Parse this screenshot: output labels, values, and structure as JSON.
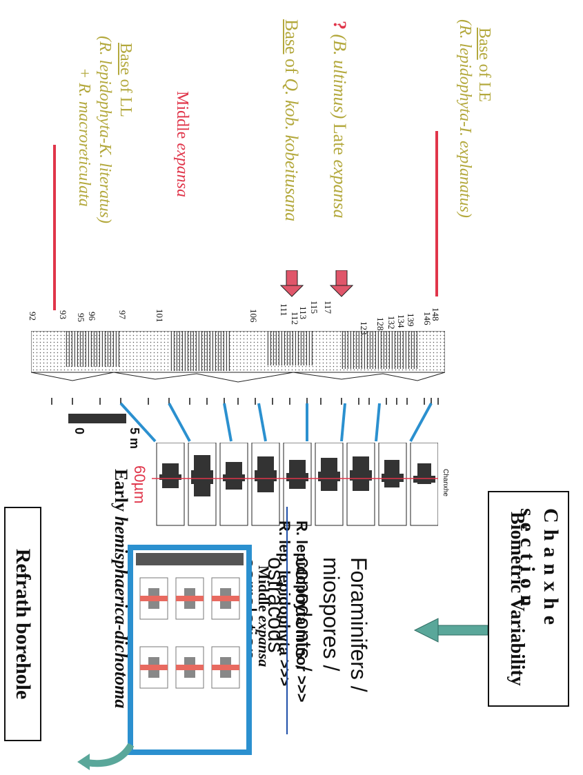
{
  "title": {
    "line1": "Chanxhe section",
    "line2": "Biometric Variability"
  },
  "correlation": [
    "Foraminifers /",
    "miospores /",
    "conodonts /",
    "ostracods",
    "correlation"
  ],
  "labels": {
    "base_le_prefix": "Base",
    "base_le_suffix": " of LE",
    "base_le_taxon": "(R. lepidophyta-I. explanatus)",
    "base_q_prefix": "Base",
    "base_q_mid": " of ",
    "base_q_taxon": "Q. kob. kobeitusana",
    "question_mark": "?",
    "b_ultimus_taxon": "(B. ultimus)",
    "late_expansa_prefix": " Late ",
    "late_expansa_taxon": "expansa",
    "middle_expansa_prefix": "Middle ",
    "middle_expansa_taxon": "expansa",
    "base_ll_prefix": "Base",
    "base_ll_suffix": " of LL",
    "base_ll_taxon": "(R. lepidophyta-K. literatus)",
    "base_ll_extra": "+ R. macroreticulata",
    "r_lep_minor": "R. lepidophyta minor >>>",
    "r_lep_lep": "R. lep. lepidophyta >>>",
    "middle_expansa2_prefix": "Middle ",
    "middle_expansa2_taxon": "expansa",
    "early_prefix": "Early ",
    "early_taxon": "hemisphaerica-dichotoma",
    "refrath": "Refrath borehole",
    "scale_value": "5 m",
    "scale_zero": "0",
    "micron": "60µm",
    "histo_header": "Chanxhe"
  },
  "bed_numbers": [
    "148",
    "146",
    "139",
    "134",
    "132",
    "128",
    "123",
    "117",
    "115",
    "113",
    "112",
    "111",
    "106",
    "101",
    "97",
    "96",
    "95",
    "93",
    "92"
  ],
  "colors": {
    "olive": "#b3a83c",
    "red": "#e0354a",
    "blue": "#2b90cf",
    "arrow_red": "#e0566a",
    "teal": "#5aa79a"
  }
}
